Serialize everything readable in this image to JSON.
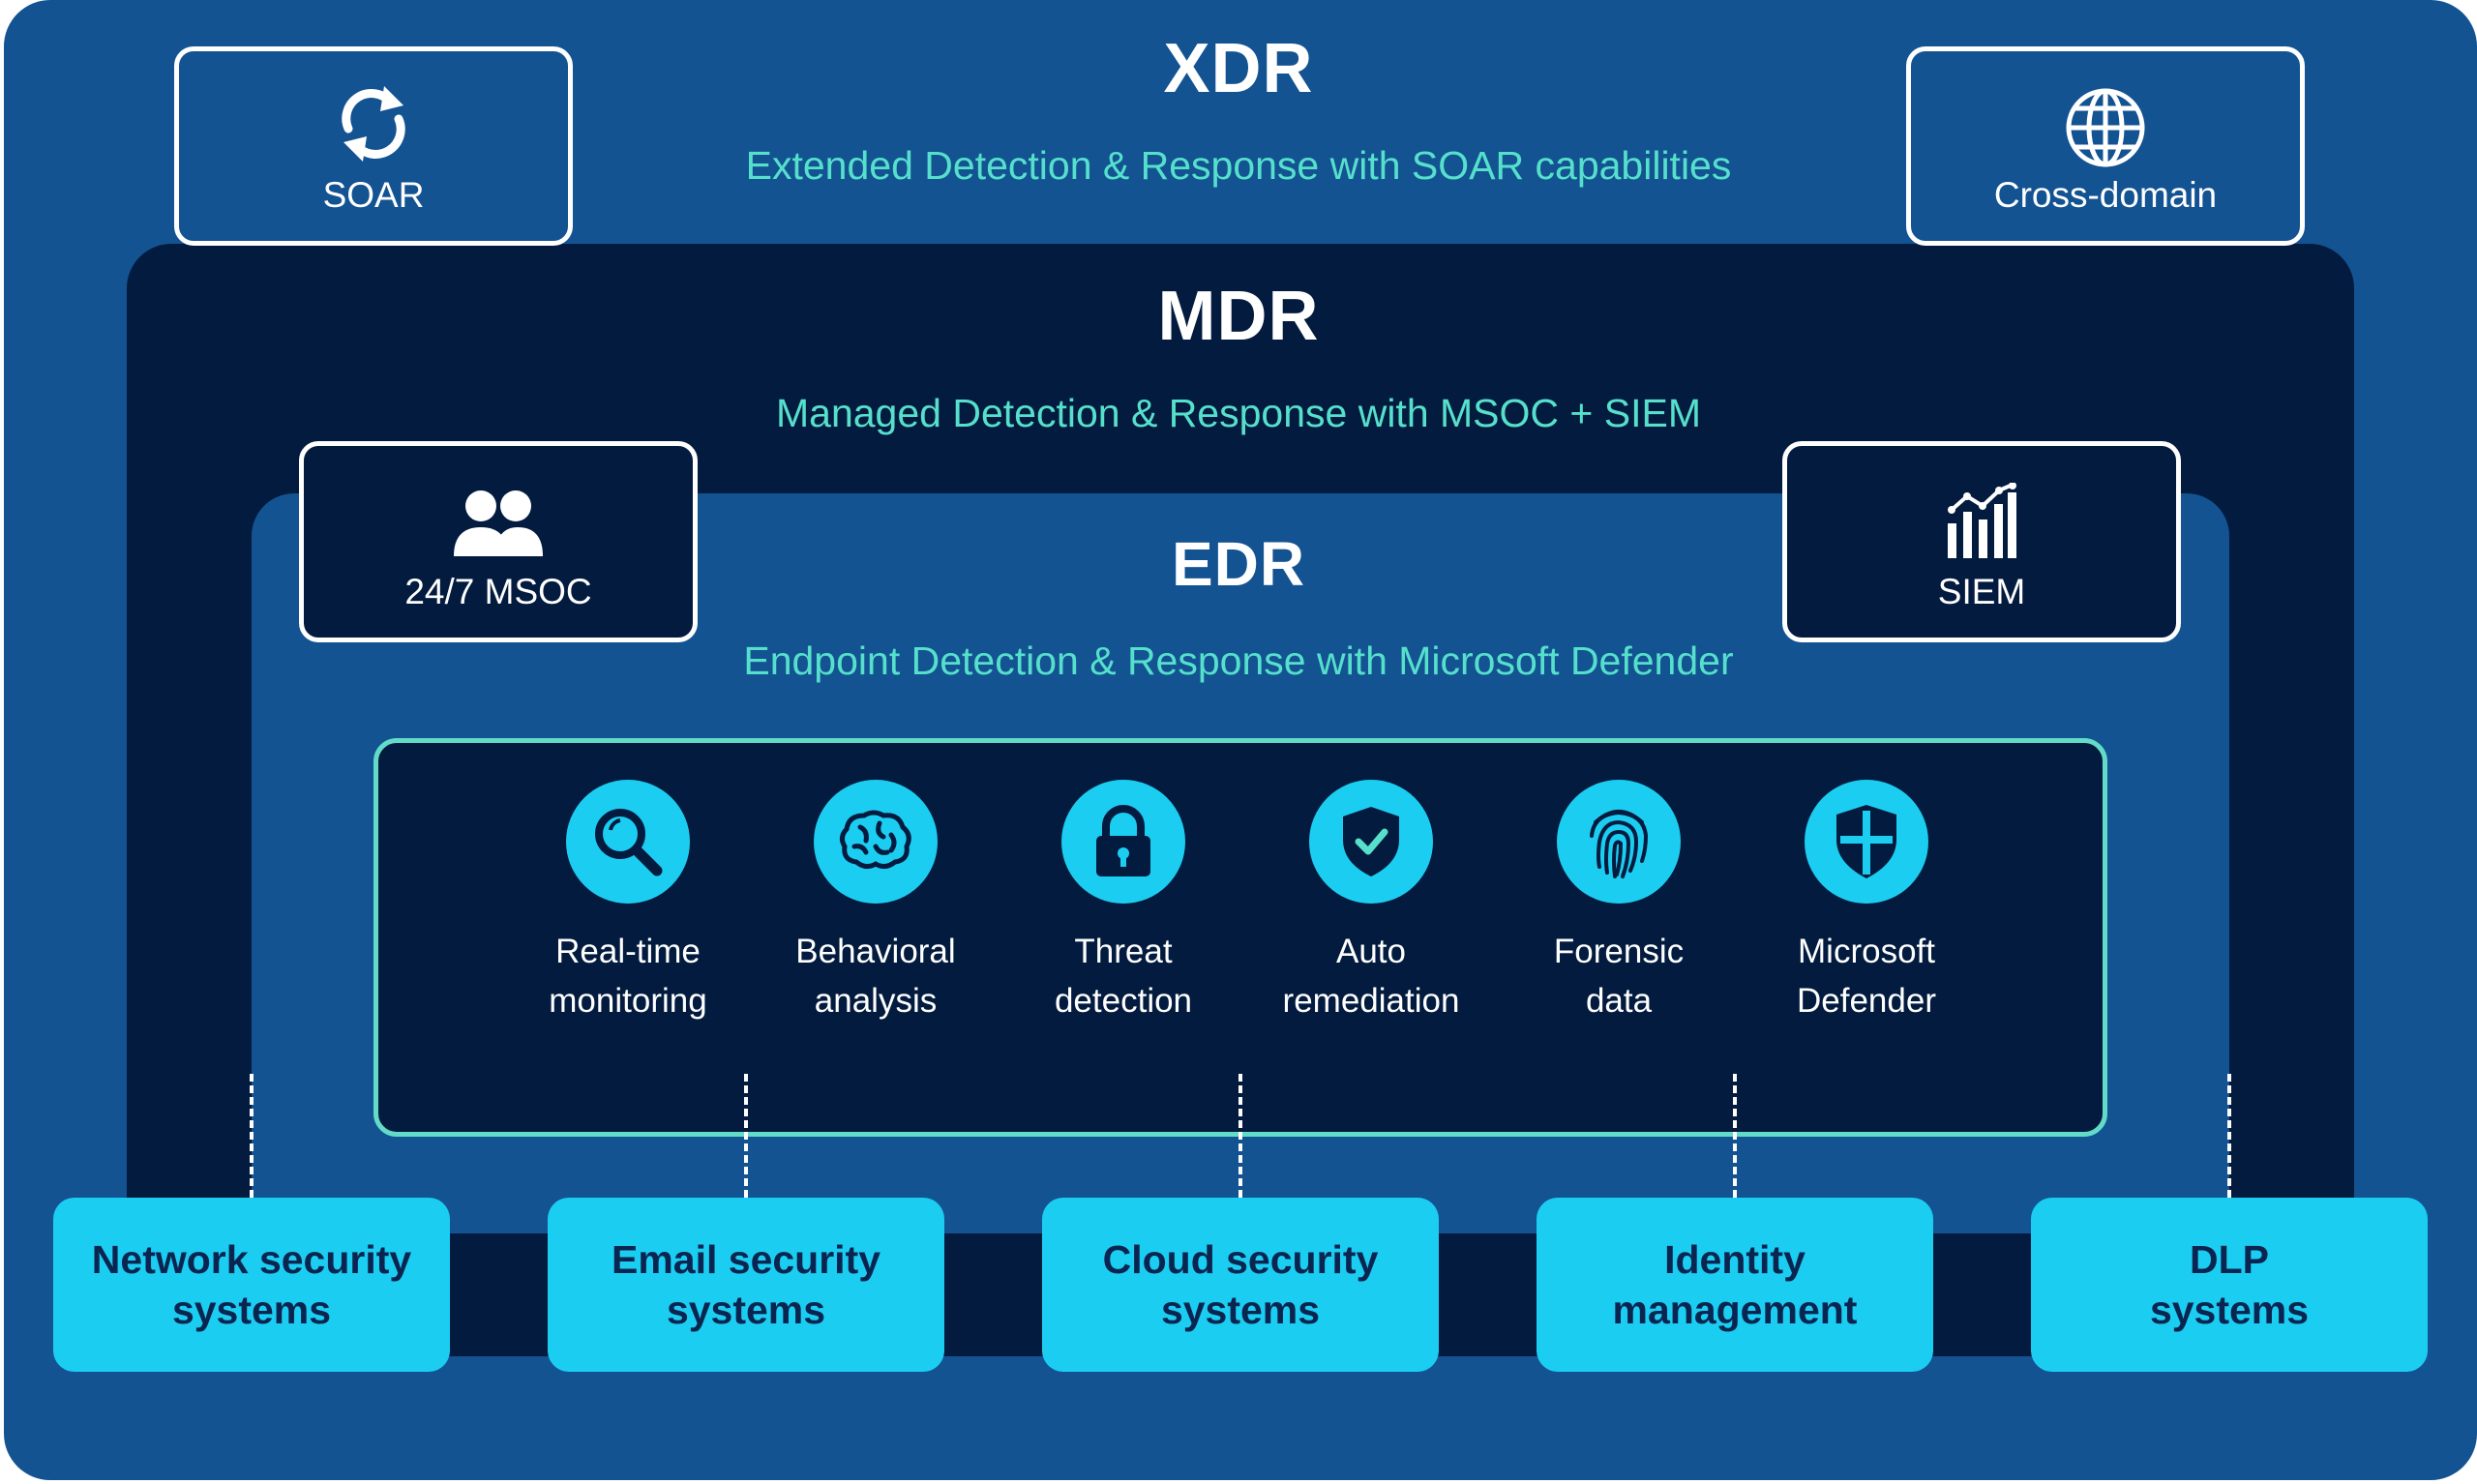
{
  "xdr": {
    "title": "XDR",
    "subtitle": "Extended Detection & Response with SOAR capabilities",
    "soar_label": "SOAR",
    "cross_domain_label": "Cross-domain"
  },
  "mdr": {
    "title": "MDR",
    "subtitle": "Managed Detection & Response with MSOC + SIEM",
    "msoc_label": "24/7 MSOC",
    "siem_label": "SIEM"
  },
  "edr": {
    "title": "EDR",
    "subtitle": "Endpoint Detection & Response with Microsoft Defender",
    "capabilities": [
      {
        "line1": "Real-time",
        "line2": "monitoring",
        "icon": "magnifier-icon"
      },
      {
        "line1": "Behavioral",
        "line2": "analysis",
        "icon": "brain-icon"
      },
      {
        "line1": "Threat",
        "line2": "detection",
        "icon": "lock-icon"
      },
      {
        "line1": "Auto",
        "line2": "remediation",
        "icon": "shield-check-icon"
      },
      {
        "line1": "Forensic",
        "line2": "data",
        "icon": "fingerprint-icon"
      },
      {
        "line1": "Microsoft",
        "line2": "Defender",
        "icon": "shield-cross-icon"
      }
    ]
  },
  "systems": [
    {
      "line1": "Network security",
      "line2": "systems"
    },
    {
      "line1": "Email security",
      "line2": "systems"
    },
    {
      "line1": "Cloud security",
      "line2": "systems"
    },
    {
      "line1": "Identity",
      "line2": "management"
    },
    {
      "line1": "DLP",
      "line2": "systems"
    }
  ],
  "colors": {
    "xdr_bg": "#135392",
    "mdr_bg": "#031b3e",
    "accent_cyan": "#1ccdf2",
    "subtitle_teal": "#56e0cc",
    "panel_border": "#62dcc8"
  }
}
